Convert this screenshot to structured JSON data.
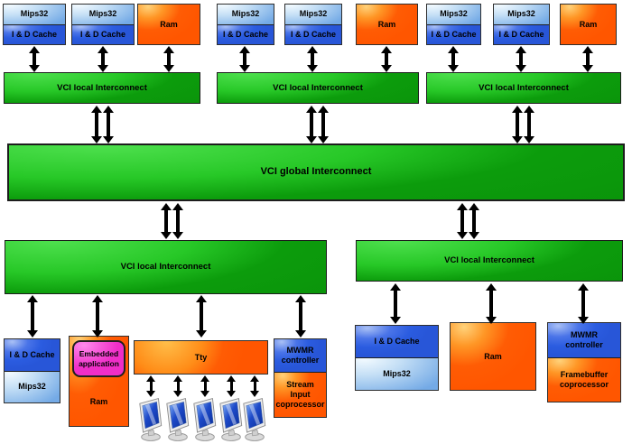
{
  "labels": {
    "mips32": "Mips32",
    "cache": "I & D Cache",
    "ram": "Ram",
    "tty": "Tty",
    "embedded_app": "Embedded\napplication",
    "mwmr": "MWMR\ncontroller",
    "stream_input": "Stream\nInput\ncoprocessor",
    "framebuffer": "Framebuffer\ncoprocessor",
    "local_bus": "VCI local Interconnect",
    "global_bus": "VCI global Interconnect"
  },
  "colors": {
    "bus_green": "#0c9c0c",
    "bus_green_highlight": "#4ee04e",
    "block_blue_dark": "#2b5ce0",
    "block_blue_light": "#c6e0f6",
    "block_orange": "#ff5c04",
    "embedded_magenta": "#ef2ec8",
    "arrow_black": "#000000"
  },
  "icons": {
    "terminal_count": 5
  }
}
